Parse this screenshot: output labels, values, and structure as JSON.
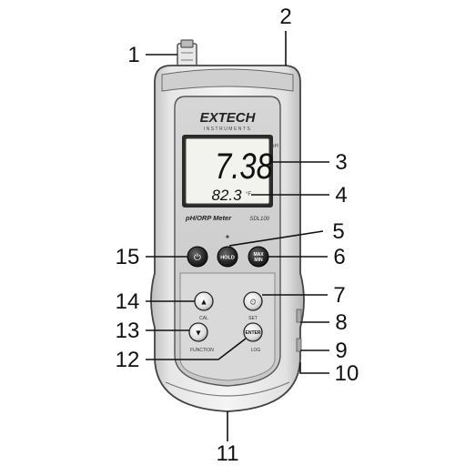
{
  "device": {
    "brand": "EXTECH",
    "brand_sub": "INSTRUMENTS",
    "model_name": "pH/ORP Meter",
    "model_number": "SDL100",
    "primary_reading": "7.38",
    "primary_unit": "pH",
    "secondary_reading": "82.3",
    "secondary_unit": "°F"
  },
  "buttons": {
    "power": {
      "glyph": "⏻"
    },
    "hold": {
      "label": "HOLD"
    },
    "max_min": {
      "label_top": "MAX",
      "label_bottom": "MIN"
    },
    "up": {
      "glyph": "▲",
      "sub_label": "CAL"
    },
    "down": {
      "glyph": "▼",
      "sub_label": "FUNCTION"
    },
    "set": {
      "glyph": "⏲",
      "sub_label": "SET"
    },
    "enter": {
      "label": "ENTER",
      "sub_label": "LOG"
    },
    "backlight": {
      "glyph": "✦"
    }
  },
  "callouts": [
    {
      "id": "1",
      "label": "1"
    },
    {
      "id": "2",
      "label": "2"
    },
    {
      "id": "3",
      "label": "3"
    },
    {
      "id": "4",
      "label": "4"
    },
    {
      "id": "5",
      "label": "5"
    },
    {
      "id": "6",
      "label": "6"
    },
    {
      "id": "7",
      "label": "7"
    },
    {
      "id": "8",
      "label": "8"
    },
    {
      "id": "9",
      "label": "9"
    },
    {
      "id": "10",
      "label": "10"
    },
    {
      "id": "11",
      "label": "11"
    },
    {
      "id": "12",
      "label": "12"
    },
    {
      "id": "13",
      "label": "13"
    },
    {
      "id": "14",
      "label": "14"
    },
    {
      "id": "15",
      "label": "15"
    }
  ]
}
